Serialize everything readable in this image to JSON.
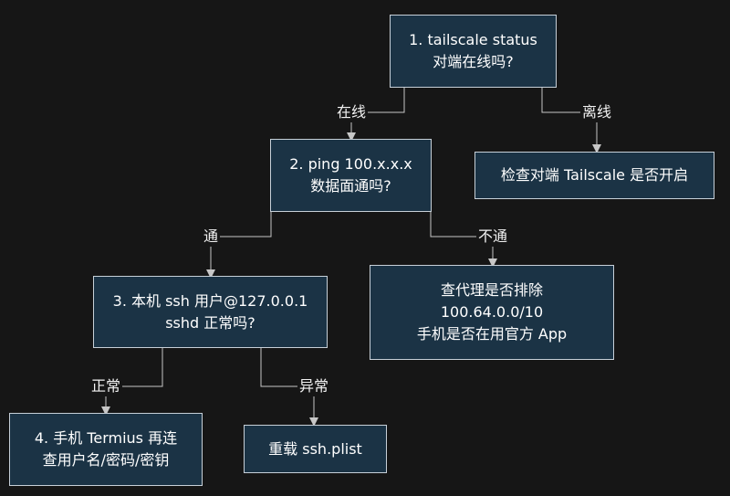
{
  "nodes": {
    "n1": {
      "lines": [
        "1. tailscale status",
        "对端在线吗?"
      ]
    },
    "n2": {
      "lines": [
        "2. ping 100.x.x.x",
        "数据面通吗?"
      ]
    },
    "n3": {
      "lines": [
        "检查对端 Tailscale 是否开启"
      ]
    },
    "n4": {
      "lines": [
        "3. 本机 ssh 用户@127.0.0.1",
        "sshd 正常吗?"
      ]
    },
    "n5": {
      "lines": [
        "查代理是否排除",
        "100.64.0.0/10",
        "手机是否在用官方 App"
      ]
    },
    "n6": {
      "lines": [
        "4. 手机 Termius 再连",
        "查用户名/密码/密钥"
      ]
    },
    "n7": {
      "lines": [
        "重载 ssh.plist"
      ]
    }
  },
  "edges": {
    "e1": "在线",
    "e2": "离线",
    "e3": "通",
    "e4": "不通",
    "e5": "正常",
    "e6": "异常"
  },
  "colors": {
    "background": "#161616",
    "node_fill": "#1b3345",
    "node_border": "#c7d0d8",
    "edge": "#c7c7c7",
    "text": "#ffffff"
  }
}
